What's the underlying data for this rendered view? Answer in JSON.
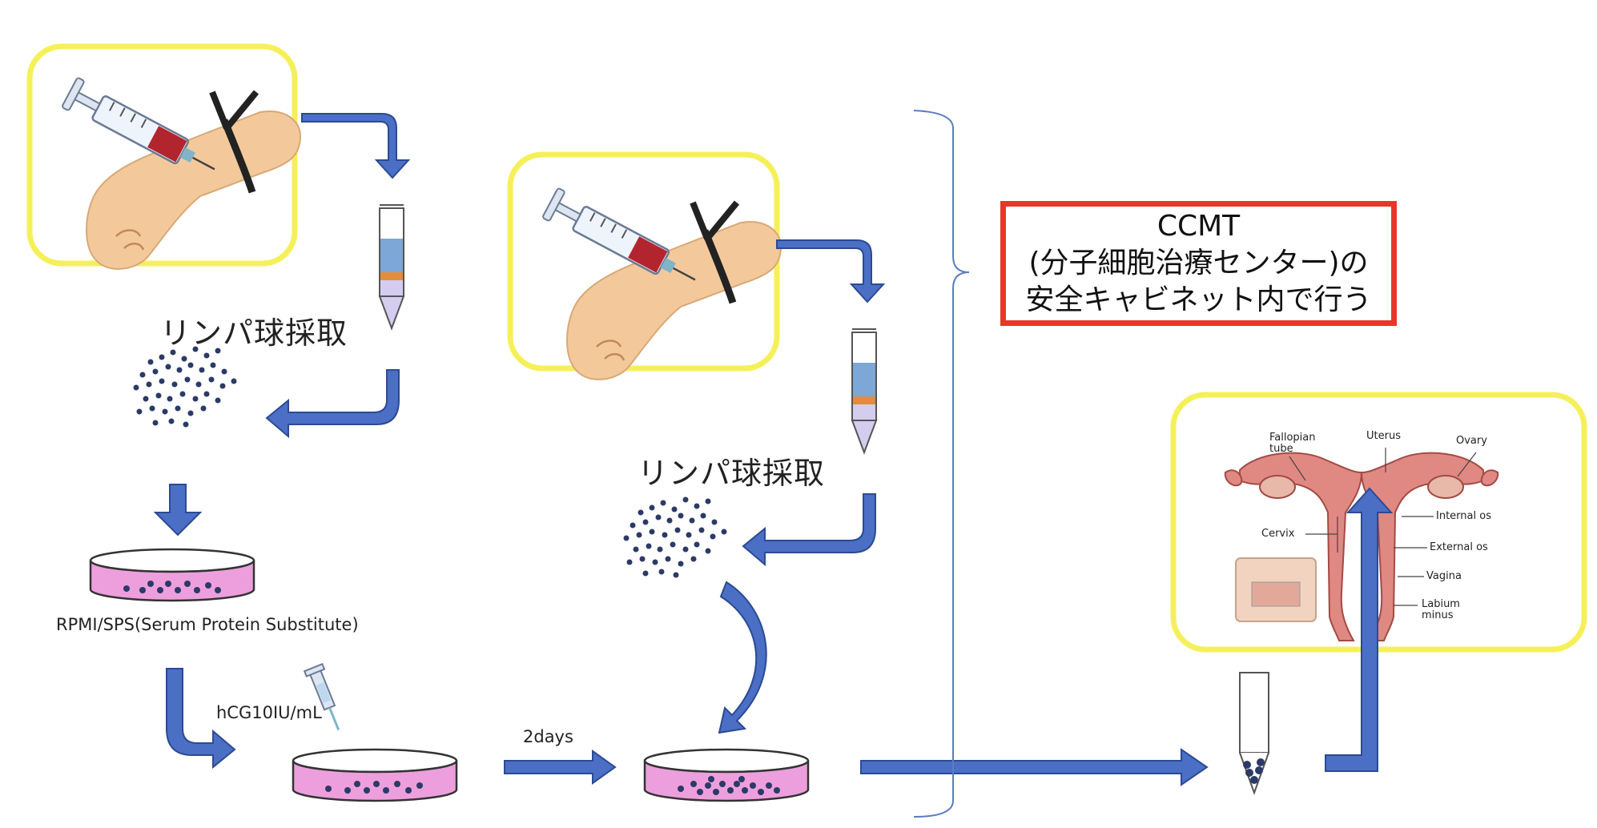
{
  "labels": {
    "collect_1": "リンパ球採取",
    "collect_2": "リンパ球採取",
    "medium": "RPMI/SPS(Serum Protein Substitute)",
    "hcg": "hCG10IU/mL",
    "duration": "2days"
  },
  "ccmt_box": {
    "line1": "CCMT",
    "line2": "(分子細胞治療センター)の",
    "line3": "安全キャビネット内で行う"
  },
  "anatomy": {
    "fallopian_tube": "Fallopian tube",
    "uterus": "Uterus",
    "ovary": "Ovary",
    "internal_os": "Internal os",
    "cervix": "Cervix",
    "external_os": "External os",
    "vagina": "Vagina",
    "labium_minus": "Labium minus"
  },
  "colors": {
    "arrow": "#4a6fc4",
    "arrow_outline": "#2c4a94",
    "frame": "#f5f05a",
    "highlight_box": "#e8372a",
    "culture_medium": "#ec9fdc",
    "cell": "#2b3a67"
  },
  "icons": [
    "syringe-arm-icon",
    "centrifuge-tube-icon",
    "petri-dish-icon",
    "pipette-icon",
    "cell-cluster-icon",
    "uterus-anatomy-icon"
  ]
}
